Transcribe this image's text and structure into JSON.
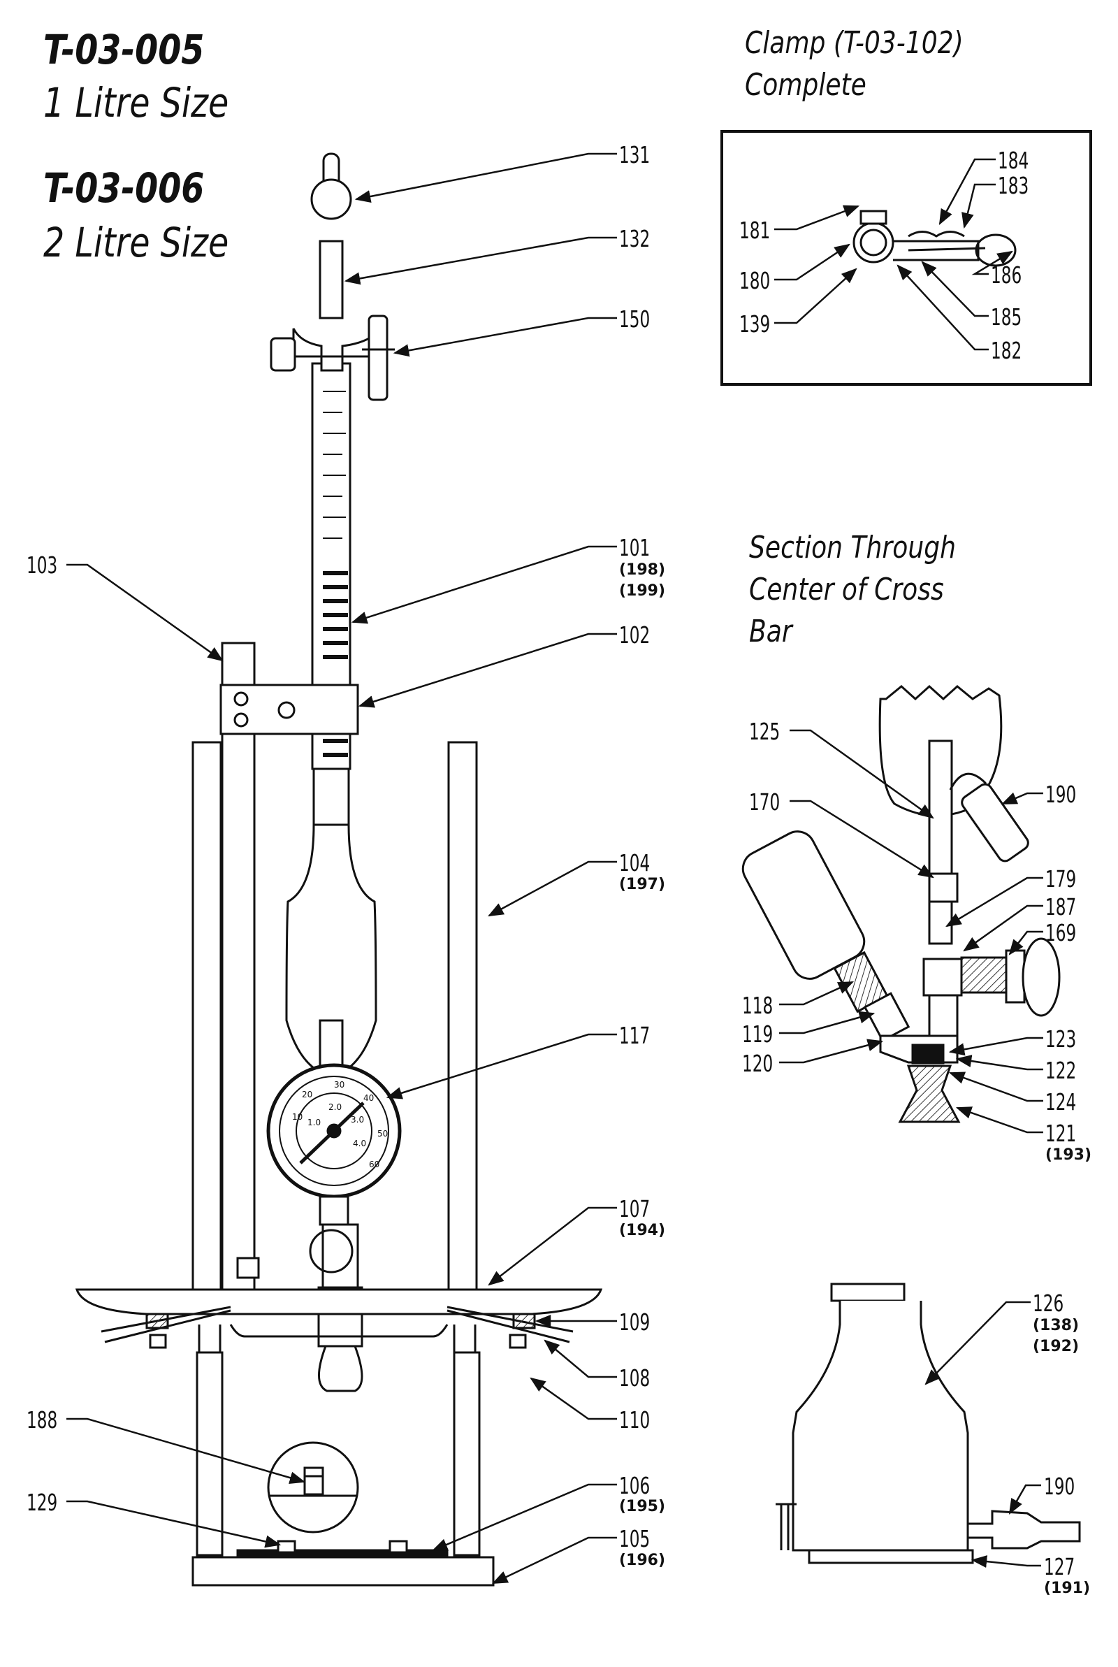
{
  "titles": {
    "model1_code": "T-03-005",
    "model1_size": "1 Litre Size",
    "model2_code": "T-03-006",
    "model2_size": "2 Litre Size"
  },
  "headings": {
    "clamp_line1": "Clamp (T-03-102)",
    "clamp_line2": "Complete",
    "section_line1": "Section Through",
    "section_line2": "Center of Cross",
    "section_line3": "Bar"
  },
  "callouts": {
    "main": {
      "c131": "131",
      "c132": "132",
      "c150": "150",
      "c101": "101",
      "c101_a": "(198)",
      "c101_b": "(199)",
      "c103": "103",
      "c102": "102",
      "c104": "104",
      "c104_a": "(197)",
      "c117": "117",
      "c107": "107",
      "c107_a": "(194)",
      "c109": "109",
      "c108": "108",
      "c110": "110",
      "c188": "188",
      "c129": "129",
      "c106": "106",
      "c106_a": "(195)",
      "c105": "105",
      "c105_a": "(196)"
    },
    "clamp": {
      "c184": "184",
      "c183": "183",
      "c181": "181",
      "c186": "186",
      "c180": "180",
      "c185": "185",
      "c139": "139",
      "c182": "182"
    },
    "section": {
      "c125": "125",
      "c190a": "190",
      "c170": "170",
      "c179": "179",
      "c187": "187",
      "c169": "169",
      "c118": "118",
      "c119": "119",
      "c120": "120",
      "c123": "123",
      "c122": "122",
      "c124": "124",
      "c121": "121",
      "c121_a": "(193)"
    },
    "bottle": {
      "c126": "126",
      "c126_a": "(138)",
      "c126_b": "(192)",
      "c190b": "190",
      "c127": "127",
      "c127_a": "(191)"
    }
  },
  "gauge": {
    "outer_scale": [
      "10",
      "20",
      "30",
      "40",
      "50",
      "60"
    ],
    "inner_scale": [
      "1.0",
      "2.0",
      "3.0",
      "4.0"
    ]
  }
}
